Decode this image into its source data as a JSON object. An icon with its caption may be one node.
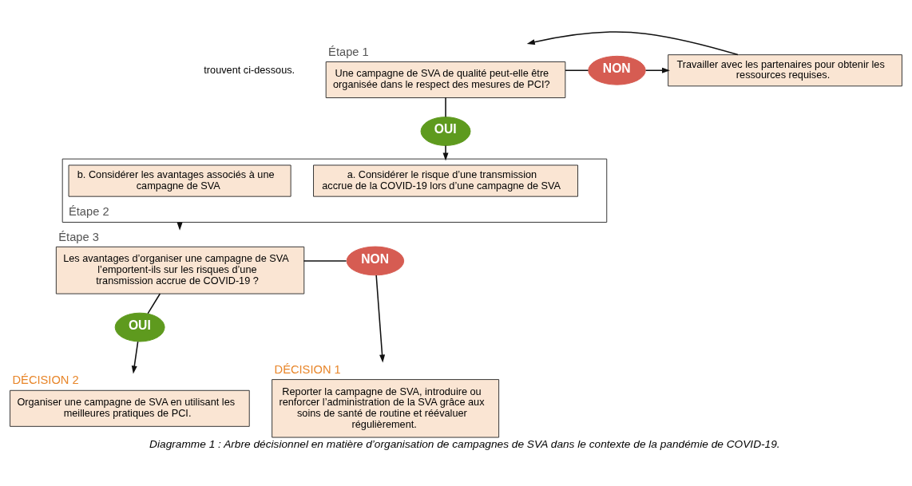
{
  "diagram": {
    "caption": "Diagramme 1 : Arbre décisionnel en matière d’organisation de campagnes de SVA dans le contexte de la pandémie de COVID-19.",
    "nodes": [
      {
        "text": [
          "Étape 1",
          "Une campagne de SVA de qualité peut-elle être organisée dans le respect des mesures de PCI?"
        ]
      },
      {
        "text": [
          "NON"
        ]
      },
      {
        "text": [
          "Travailler avec les partenaires pour obtenir les ressources requises."
        ]
      },
      {
        "text": [
          "OUI"
        ]
      },
      {
        "text": [
          "Étape 2"
        ]
      },
      {
        "text": [
          "a. Considérer le risque d’une transmission accrue de la COVID-19 lors d’une campagne de SVA"
        ],
        "in": 4
      },
      {
        "text": [
          "b. Considérer les avantages associés à une campagne de SVA"
        ],
        "in": 4
      },
      {
        "text": [
          "Étape 3",
          "Les avantages d’organiser une campagne de SVA l’emportent-ils sur les risques d’une transmission accrue de COVID-19 ?"
        ]
      },
      {
        "text": [
          "NON"
        ]
      },
      {
        "text": [
          "OUI"
        ]
      },
      {
        "text": [
          "DÉCISION 1",
          "Reporter la campagne de SVA, introduire ou renforcer l’administration de la SVA grâce aux soins de santé de routine et réévaluer régulièrement."
        ]
      },
      {
        "text": [
          "DÉCISION 2",
          "Organiser une campagne de SVA en utilisant les meilleures pratiques de PCI."
        ]
      }
    ],
    "edges": [
      {
        "from": 0,
        "to": 1,
        "arrow": "none"
      },
      {
        "from": 1,
        "to": 2,
        "arrow": "to"
      },
      {
        "from": 2,
        "to": 0,
        "arrow": "to"
      },
      {
        "from": 0,
        "to": 3,
        "arrow": "none"
      },
      {
        "from": 3,
        "to": 4,
        "arrow": "to"
      },
      {
        "from": 4,
        "to": 7,
        "arrow": "to"
      },
      {
        "from": 7,
        "to": 8,
        "arrow": "none"
      },
      {
        "from": 8,
        "to": 10,
        "arrow": "to"
      },
      {
        "from": 7,
        "to": 9,
        "arrow": "none"
      },
      {
        "from": 9,
        "to": 11,
        "arrow": "to"
      }
    ],
    "labels": [
      "trouvent ci-dessous."
    ]
  }
}
